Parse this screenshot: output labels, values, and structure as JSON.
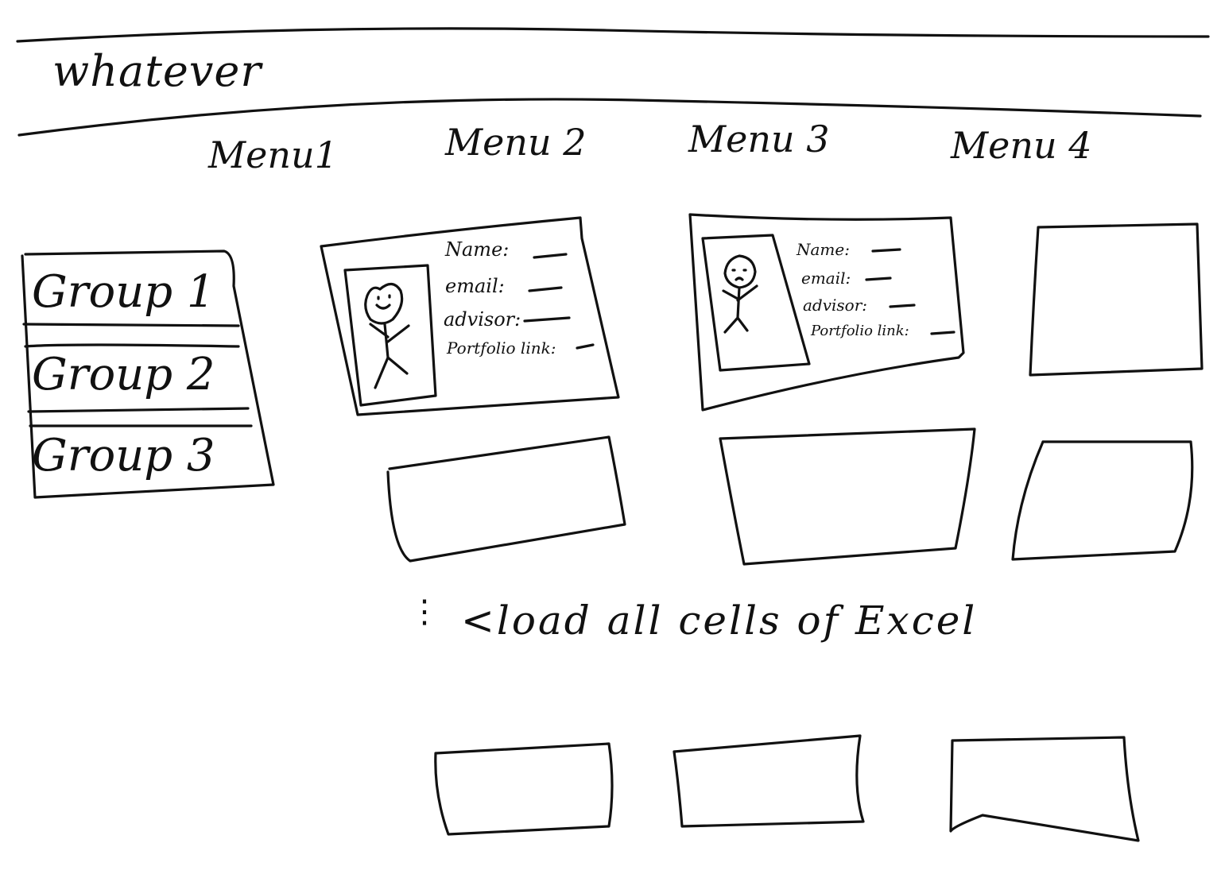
{
  "header": {
    "title": "whatever"
  },
  "nav": {
    "items": [
      {
        "label": "Menu1"
      },
      {
        "label": "Menu 2"
      },
      {
        "label": "Menu 3"
      },
      {
        "label": "Menu 4"
      }
    ]
  },
  "groups": {
    "items": [
      {
        "label": "Group 1"
      },
      {
        "label": "Group 2"
      },
      {
        "label": "Group 3"
      }
    ]
  },
  "profile_cards": [
    {
      "name_label": "Name:",
      "email_label": "email:",
      "advisor_label": "advisor:",
      "portfolio_label": "Portfolio link:"
    },
    {
      "name_label": "Name:",
      "email_label": "email:",
      "advisor_label": "advisor:",
      "portfolio_label": "Portfolio link:"
    }
  ],
  "footer": {
    "dots": "⋮",
    "text": "<load all cells of Excel"
  }
}
